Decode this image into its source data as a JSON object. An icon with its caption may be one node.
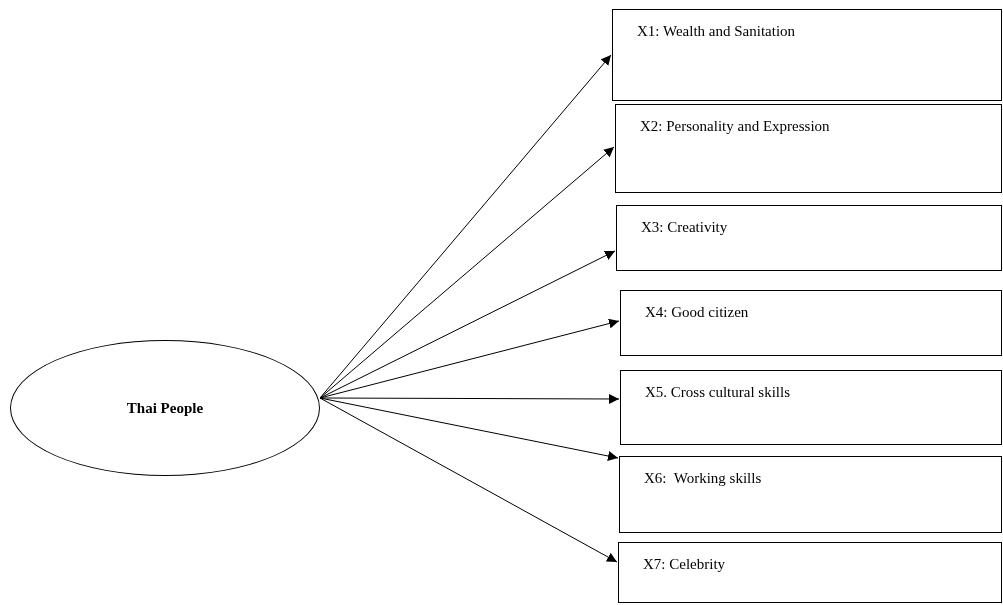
{
  "diagram": {
    "nodes": [
      {
        "text": [
          "Thai People"
        ]
      },
      {
        "text": [
          "X1: Wealth and Sanitation"
        ]
      },
      {
        "text": [
          "X2: Personality and Expression"
        ]
      },
      {
        "text": [
          "X3: Creativity"
        ]
      },
      {
        "text": [
          "X4: Good citizen"
        ]
      },
      {
        "text": [
          "X5. Cross cultural skills"
        ]
      },
      {
        "text": [
          "X6:  Working skills"
        ]
      },
      {
        "text": [
          "X7: Celebrity"
        ]
      }
    ],
    "edges": [
      {
        "from": 0,
        "to": 1,
        "arrow": "to"
      },
      {
        "from": 0,
        "to": 2,
        "arrow": "to"
      },
      {
        "from": 0,
        "to": 3,
        "arrow": "to"
      },
      {
        "from": 0,
        "to": 4,
        "arrow": "to"
      },
      {
        "from": 0,
        "to": 5,
        "arrow": "to"
      },
      {
        "from": 0,
        "to": 6,
        "arrow": "to"
      },
      {
        "from": 0,
        "to": 7,
        "arrow": "to"
      }
    ]
  }
}
